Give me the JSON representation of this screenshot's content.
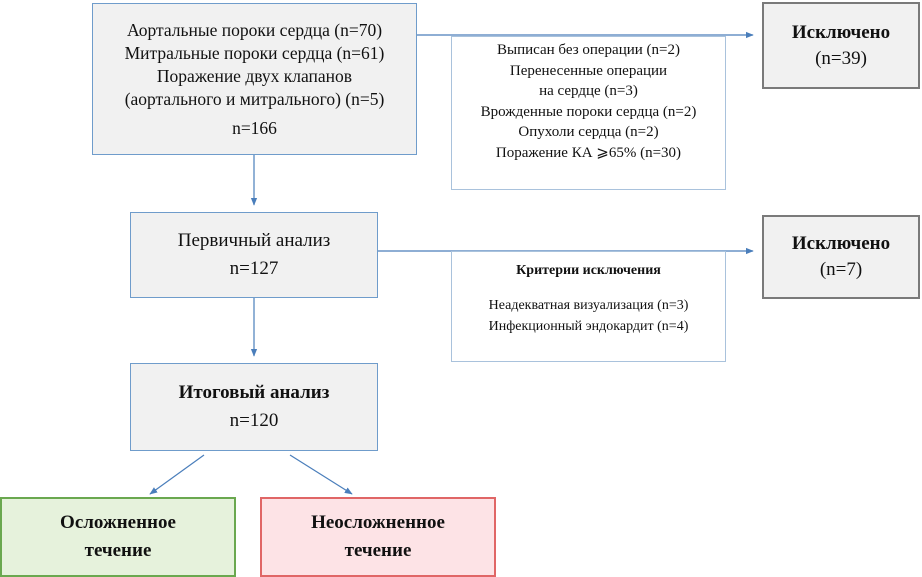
{
  "top_box": {
    "lines": [
      "Аортальные пороки сердца (n=70)",
      "Митральные пороки сердца (n=61)",
      "Поражение двух клапанов",
      "(аортального и митрального) (n=5)"
    ],
    "total": "n=166"
  },
  "exclusion_1": {
    "title": "Исключено",
    "count": "(n=39)",
    "reasons": [
      "Выписан без операции (n=2)",
      "Перенесенные операции",
      "на сердце (n=3)",
      "Врожденные пороки сердца (n=2)",
      "Опухоли сердца (n=2)",
      "Поражение КА ⩾65% (n=30)"
    ]
  },
  "primary_analysis": {
    "title": "Первичный анализ",
    "total": "n=127"
  },
  "exclusion_2": {
    "title": "Исключено",
    "count": "(n=7)",
    "criteria_title": "Критерии исключения",
    "reasons": [
      "Неадекватная визуализация (n=3)",
      "Инфекционный эндокардит (n=4)"
    ]
  },
  "final_analysis": {
    "title": "Итоговый анализ",
    "total": "n=120"
  },
  "outcomes": {
    "complicated": [
      "Осложненное",
      "течение"
    ],
    "uncomplicated": [
      "Неосложненное",
      "течение"
    ]
  },
  "colors": {
    "arrow": "#4a7ebb",
    "box_border_blue": "#6f9ccb",
    "box_border_gray": "#7a7a7a",
    "box_fill": "#f1f1f1",
    "green_fill": "#e6f2dc",
    "green_border": "#6aa84f",
    "red_fill": "#fde3e6",
    "red_border": "#e06666"
  }
}
